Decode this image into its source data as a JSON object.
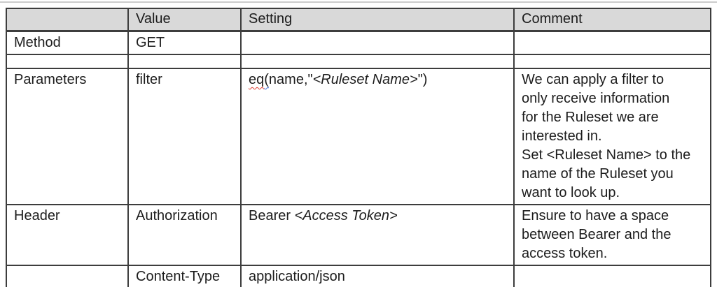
{
  "colors": {
    "header_row_bg": "#d9d9d9",
    "table_border": "#3d3d3d",
    "text": "#1c1c1c",
    "spellcheck_red": "#e03c31",
    "grammar_blue": "#3b6bd6"
  },
  "table": {
    "headers": {
      "col1": "",
      "col2": "Value",
      "col3": "Setting",
      "col4": "Comment"
    },
    "rows": {
      "method": {
        "label": "Method",
        "value": "GET",
        "setting": "",
        "comment": ""
      },
      "blank": {
        "label": "",
        "value": "",
        "setting": "",
        "comment": ""
      },
      "parameters": {
        "label": "Parameters",
        "value": "filter",
        "setting_func": "eq",
        "setting_paren": "(",
        "setting_args": "name,\"",
        "setting_placeholder": "<Ruleset Name>",
        "setting_close": "\")",
        "comment_lines": [
          "We can apply a filter to",
          "only receive information",
          "for the Ruleset we are",
          "interested in.",
          "Set <Ruleset Name> to the",
          "name of the Ruleset you",
          "want to look up."
        ]
      },
      "header": {
        "label": "Header",
        "value": "Authorization",
        "setting_prefix": "Bearer ",
        "setting_placeholder": "<Access Token>",
        "comment_lines": [
          "Ensure to have a space",
          "between Bearer and the",
          "access token."
        ]
      },
      "content_type": {
        "label": "",
        "value": "Content-Type",
        "setting": "application/json",
        "comment": ""
      }
    }
  }
}
